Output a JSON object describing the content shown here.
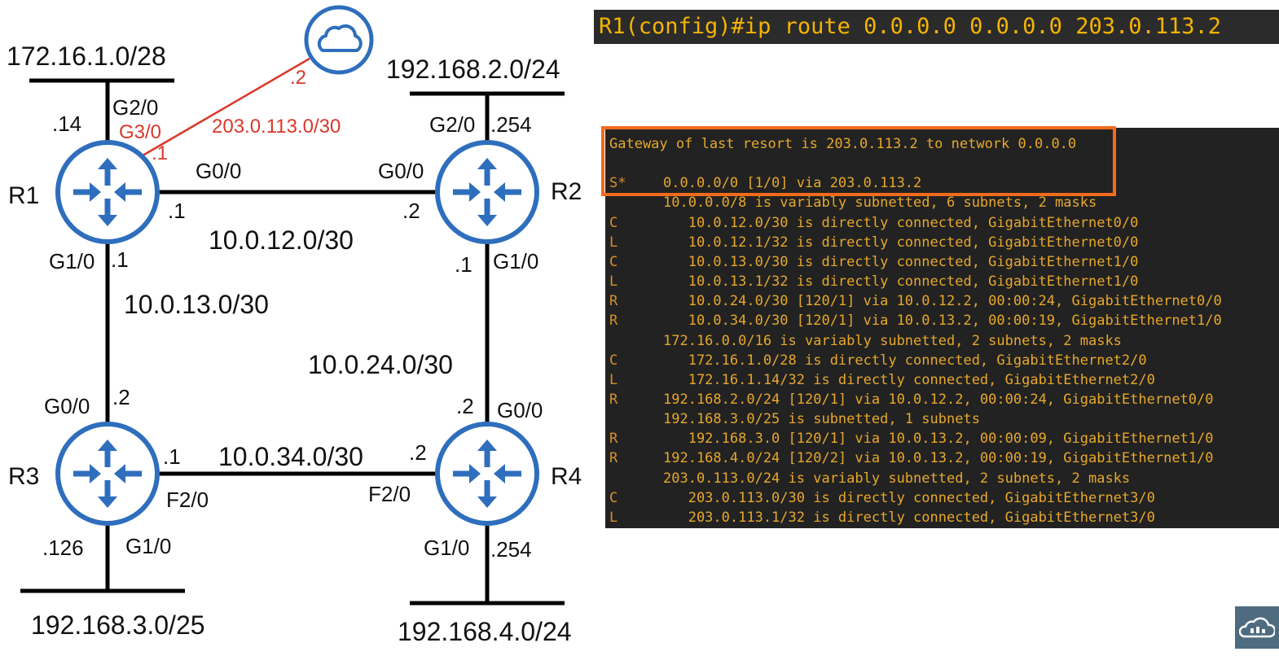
{
  "colors": {
    "router_blue": "#2e6ebd",
    "link_red": "#d9382a",
    "terminal_bg": "#222222",
    "terminal_text": "#e7a82a",
    "highlight_orange": "#f26b1d"
  },
  "topology": {
    "routers": {
      "r1": "R1",
      "r2": "R2",
      "r3": "R3",
      "r4": "R4"
    },
    "lan_networks": {
      "r1_lan": "172.16.1.0/28",
      "r2_lan": "192.168.2.0/24",
      "r3_lan": "192.168.3.0/25",
      "r4_lan": "192.168.4.0/24"
    },
    "link_networks": {
      "r1_r2": "10.0.12.0/30",
      "r1_r3": "10.0.13.0/30",
      "r2_r4": "10.0.24.0/30",
      "r3_r4": "10.0.34.0/30",
      "internet": "203.0.113.0/30"
    },
    "labels": {
      "r1_g20": "G2/0",
      "r1_lan_ip": ".14",
      "r1_g30": "G3/0",
      "r1_internet_ip": ".1",
      "cloud_ip": ".2",
      "r1_g00": "G0/0",
      "r1_link12_ip": ".1",
      "r1_g10": "G1/0",
      "r1_link13_ip": ".1",
      "r2_g20": "G2/0",
      "r2_lan_ip": ".254",
      "r2_g00": "G0/0",
      "r2_link12_ip": ".2",
      "r2_link24_ip": ".1",
      "r2_g10": "G1/0",
      "r3_g00": "G0/0",
      "r3_link13_ip": ".2",
      "r3_link34_ip": ".1",
      "r3_f20": "F2/0",
      "r3_lan_ip": ".126",
      "r3_g10": "G1/0",
      "r4_link24_ip": ".2",
      "r4_g00": "G0/0",
      "r4_link34_ip": ".2",
      "r4_f20": "F2/0",
      "r4_g10": "G1/0",
      "r4_lan_ip": ".254"
    }
  },
  "command": "R1(config)#ip route 0.0.0.0 0.0.0.0 203.0.113.2",
  "route_table": [
    {
      "code": "",
      "text": "Gateway of last resort is 203.0.113.2 to network 0.0.0.0"
    },
    {
      "code": "",
      "text": ""
    },
    {
      "code": "S*",
      "text": "0.0.0.0/0 [1/0] via 203.0.113.2"
    },
    {
      "code": "",
      "text": "10.0.0.0/8 is variably subnetted, 6 subnets, 2 masks"
    },
    {
      "code": "C",
      "text": "   10.0.12.0/30 is directly connected, GigabitEthernet0/0"
    },
    {
      "code": "L",
      "text": "   10.0.12.1/32 is directly connected, GigabitEthernet0/0"
    },
    {
      "code": "C",
      "text": "   10.0.13.0/30 is directly connected, GigabitEthernet1/0"
    },
    {
      "code": "L",
      "text": "   10.0.13.1/32 is directly connected, GigabitEthernet1/0"
    },
    {
      "code": "R",
      "text": "   10.0.24.0/30 [120/1] via 10.0.12.2, 00:00:24, GigabitEthernet0/0"
    },
    {
      "code": "R",
      "text": "   10.0.34.0/30 [120/1] via 10.0.13.2, 00:00:19, GigabitEthernet1/0"
    },
    {
      "code": "",
      "text": "172.16.0.0/16 is variably subnetted, 2 subnets, 2 masks"
    },
    {
      "code": "C",
      "text": "   172.16.1.0/28 is directly connected, GigabitEthernet2/0"
    },
    {
      "code": "L",
      "text": "   172.16.1.14/32 is directly connected, GigabitEthernet2/0"
    },
    {
      "code": "R",
      "text": "192.168.2.0/24 [120/1] via 10.0.12.2, 00:00:24, GigabitEthernet0/0"
    },
    {
      "code": "",
      "text": "192.168.3.0/25 is subnetted, 1 subnets"
    },
    {
      "code": "R",
      "text": "   192.168.3.0 [120/1] via 10.0.13.2, 00:00:09, GigabitEthernet1/0"
    },
    {
      "code": "R",
      "text": "192.168.4.0/24 [120/2] via 10.0.13.2, 00:00:19, GigabitEthernet1/0"
    },
    {
      "code": "",
      "text": "203.0.113.0/24 is variably subnetted, 2 subnets, 2 masks"
    },
    {
      "code": "C",
      "text": "   203.0.113.0/30 is directly connected, GigabitEthernet3/0"
    },
    {
      "code": "L",
      "text": "   203.0.113.1/32 is directly connected, GigabitEthernet3/0"
    }
  ]
}
